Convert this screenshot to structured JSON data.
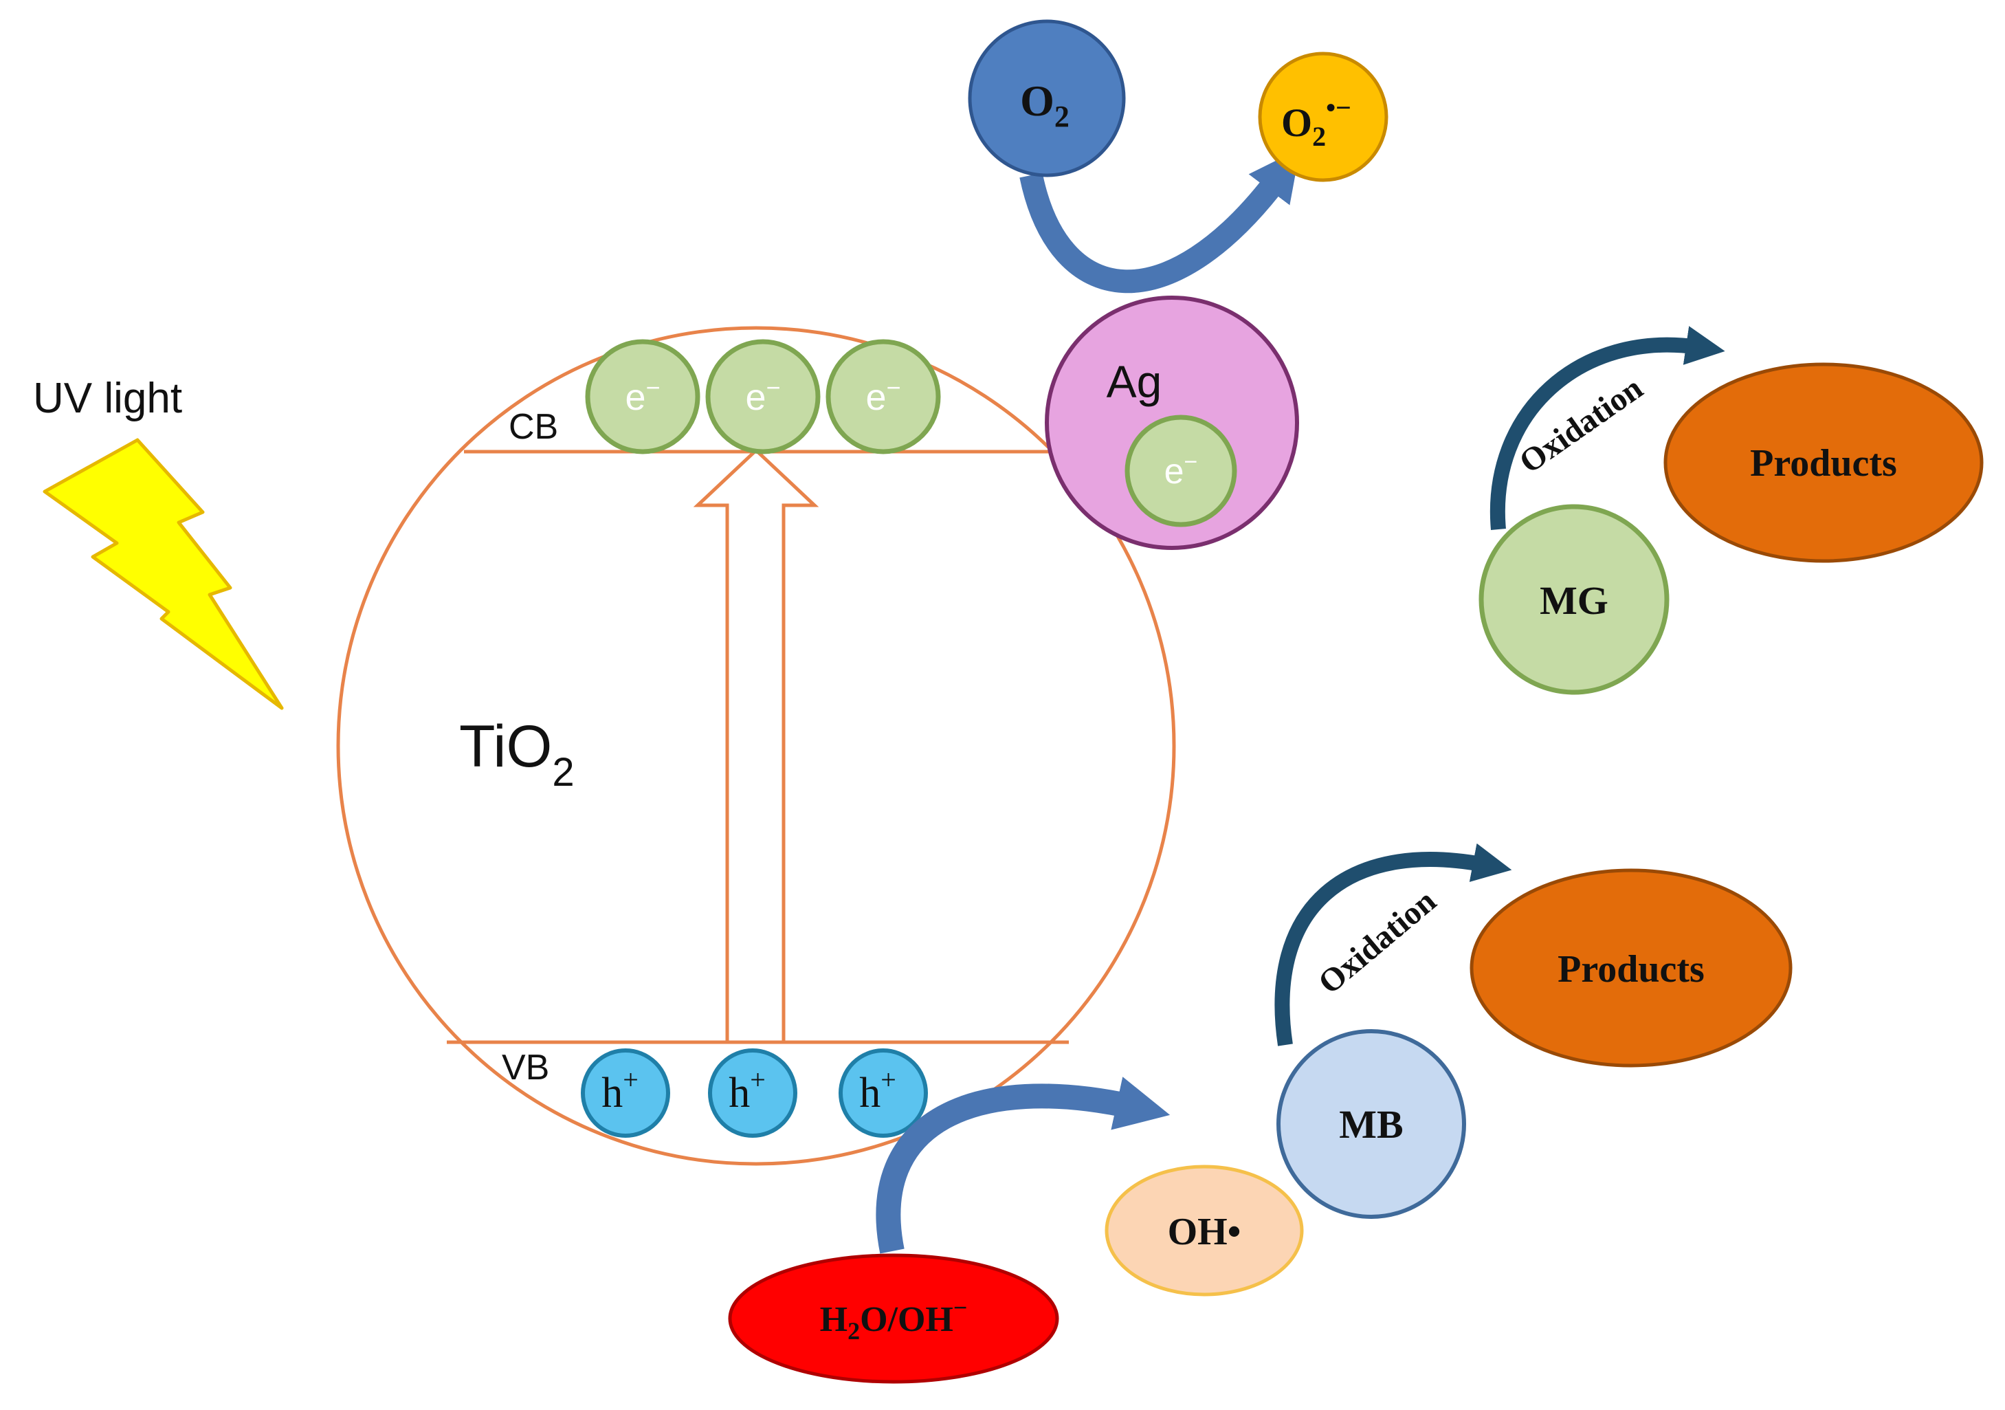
{
  "labels": {
    "uv_light": "UV light",
    "material": "TiO",
    "material_sub": "2",
    "cb": "CB",
    "vb": "VB",
    "ag": "Ag",
    "electron": "e",
    "electron_sup": "−",
    "hole": "h",
    "hole_sup": "+",
    "o2": "O",
    "o2_sub": "2",
    "superoxide": "O",
    "superoxide_sub": "2",
    "superoxide_sup": "•−",
    "water_h": "H",
    "water_sub": "2",
    "water_rest": "O/OH",
    "water_sup": "−",
    "hydroxyl": "OH•",
    "mb": "MB",
    "mg": "MG",
    "oxidation_top": "Oxidation",
    "oxidation_bottom": "Oxidation",
    "products_top": "Products",
    "products_bottom": "Products"
  },
  "colors": {
    "tio2_outline": "#e8834a",
    "electron_fill": "#c5dba5",
    "electron_stroke": "#7fa651",
    "hole_fill": "#5bc3ef",
    "hole_stroke": "#1f7fa8",
    "ag_fill": "#e7a4e0",
    "ag_stroke": "#7a2f6e",
    "o2_fill": "#4f7fc0",
    "o2_stroke": "#2f568f",
    "superoxide_fill": "#ffc000",
    "superoxide_stroke": "#c98a00",
    "arrow_blue": "#4a76b3",
    "arrow_dark": "#1f4e6e",
    "products_fill": "#e36c0a",
    "products_stroke": "#9a4a06",
    "mg_fill": "#c5dba5",
    "mg_stroke": "#7fa651",
    "mb_fill": "#c6d9f1",
    "mb_stroke": "#3f6a9a",
    "hydroxyl_fill": "#fcd5b4",
    "hydroxyl_stroke": "#f5c04a",
    "water_fill": "#ff0000",
    "water_stroke": "#b00000",
    "lightning_fill": "#ffff00",
    "lightning_stroke": "#e6b800"
  }
}
